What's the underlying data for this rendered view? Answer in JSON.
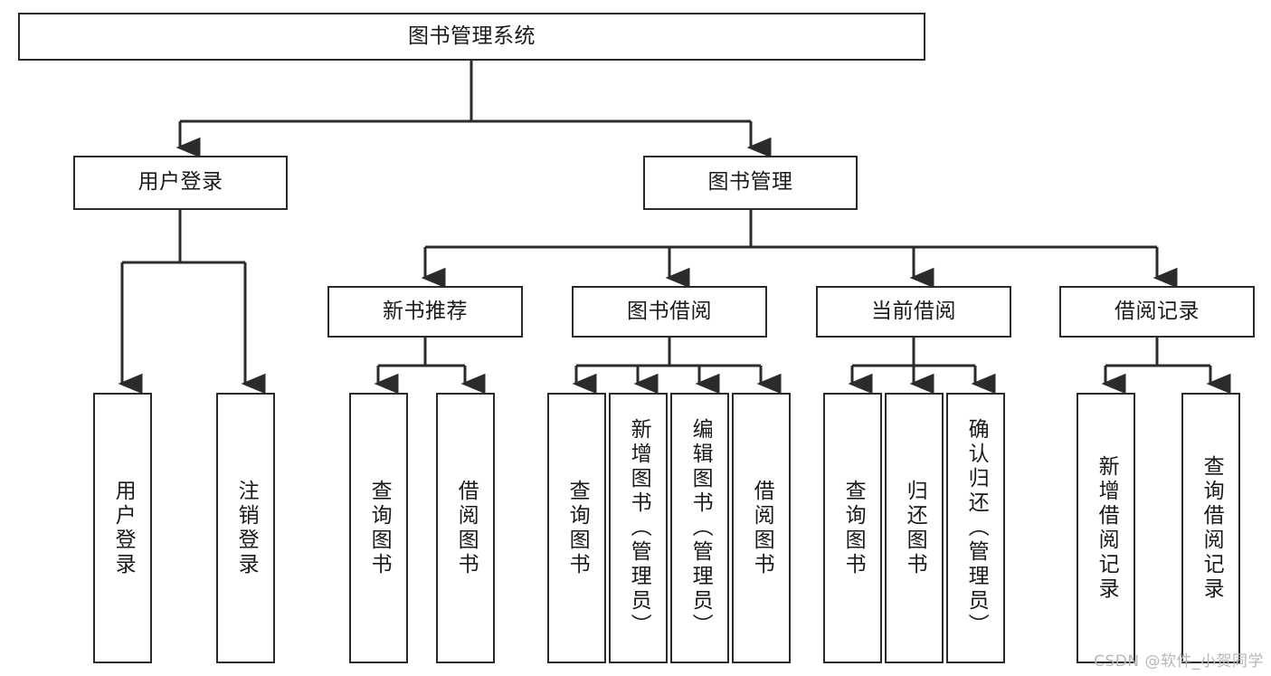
{
  "diagram": {
    "type": "tree",
    "title": "图书管理系统",
    "colors": {
      "box_border": "#2b2b2b",
      "box_fill": "#ffffff",
      "edge": "#2b2b2b",
      "text": "#1a1a1a",
      "watermark": "#b8b8b8",
      "background": "#ffffff"
    },
    "watermark": "CSDN @软件_小贺同学",
    "root": {
      "label": "图书管理系统"
    },
    "level2": [
      {
        "label": "用户登录"
      },
      {
        "label": "图书管理"
      }
    ],
    "level3": [
      {
        "label": "新书推荐"
      },
      {
        "label": "图书借阅"
      },
      {
        "label": "当前借阅"
      },
      {
        "label": "借阅记录"
      }
    ],
    "leaves": {
      "user_login": [
        {
          "label": "用户登录"
        },
        {
          "label": "注销登录"
        }
      ],
      "new_book_recommend": [
        {
          "label": "查询图书"
        },
        {
          "label": "借阅图书"
        }
      ],
      "book_borrow": [
        {
          "label": "查询图书"
        },
        {
          "label": "新增图书（管理员）"
        },
        {
          "label": "编辑图书（管理员）"
        },
        {
          "label": "借阅图书"
        }
      ],
      "current_borrow": [
        {
          "label": "查询图书"
        },
        {
          "label": "归还图书"
        },
        {
          "label": "确认归还（管理员）"
        }
      ],
      "borrow_record": [
        {
          "label": "新增借阅记录"
        },
        {
          "label": "查询借阅记录"
        }
      ]
    }
  }
}
